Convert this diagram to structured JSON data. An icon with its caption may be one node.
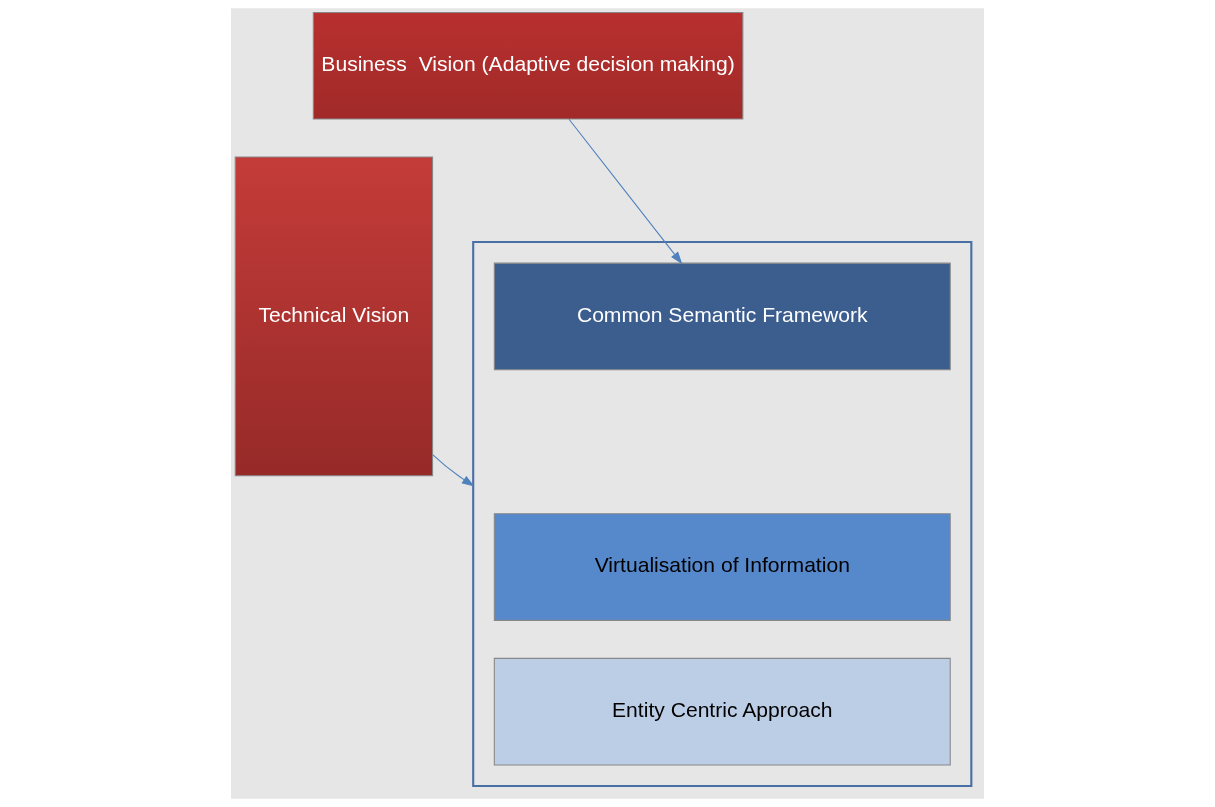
{
  "diagram": {
    "nodes": [
      {
        "text": [
          "Business  Vision (Adaptive decision making)"
        ]
      },
      {
        "text": [
          "Technical Vision"
        ]
      },
      {
        "text": [],
        "shape": "bracket"
      },
      {
        "text": [
          "Common Semantic Framework"
        ],
        "in": 2
      },
      {
        "text": [
          "Virtualisation of Information"
        ],
        "in": 2
      },
      {
        "text": [
          "Entity Centric Approach"
        ],
        "in": 2
      }
    ],
    "edges": [
      {
        "from": 0,
        "to": 3,
        "arrow": "to"
      },
      {
        "from": 1,
        "to": 2,
        "arrow": "to"
      }
    ]
  }
}
